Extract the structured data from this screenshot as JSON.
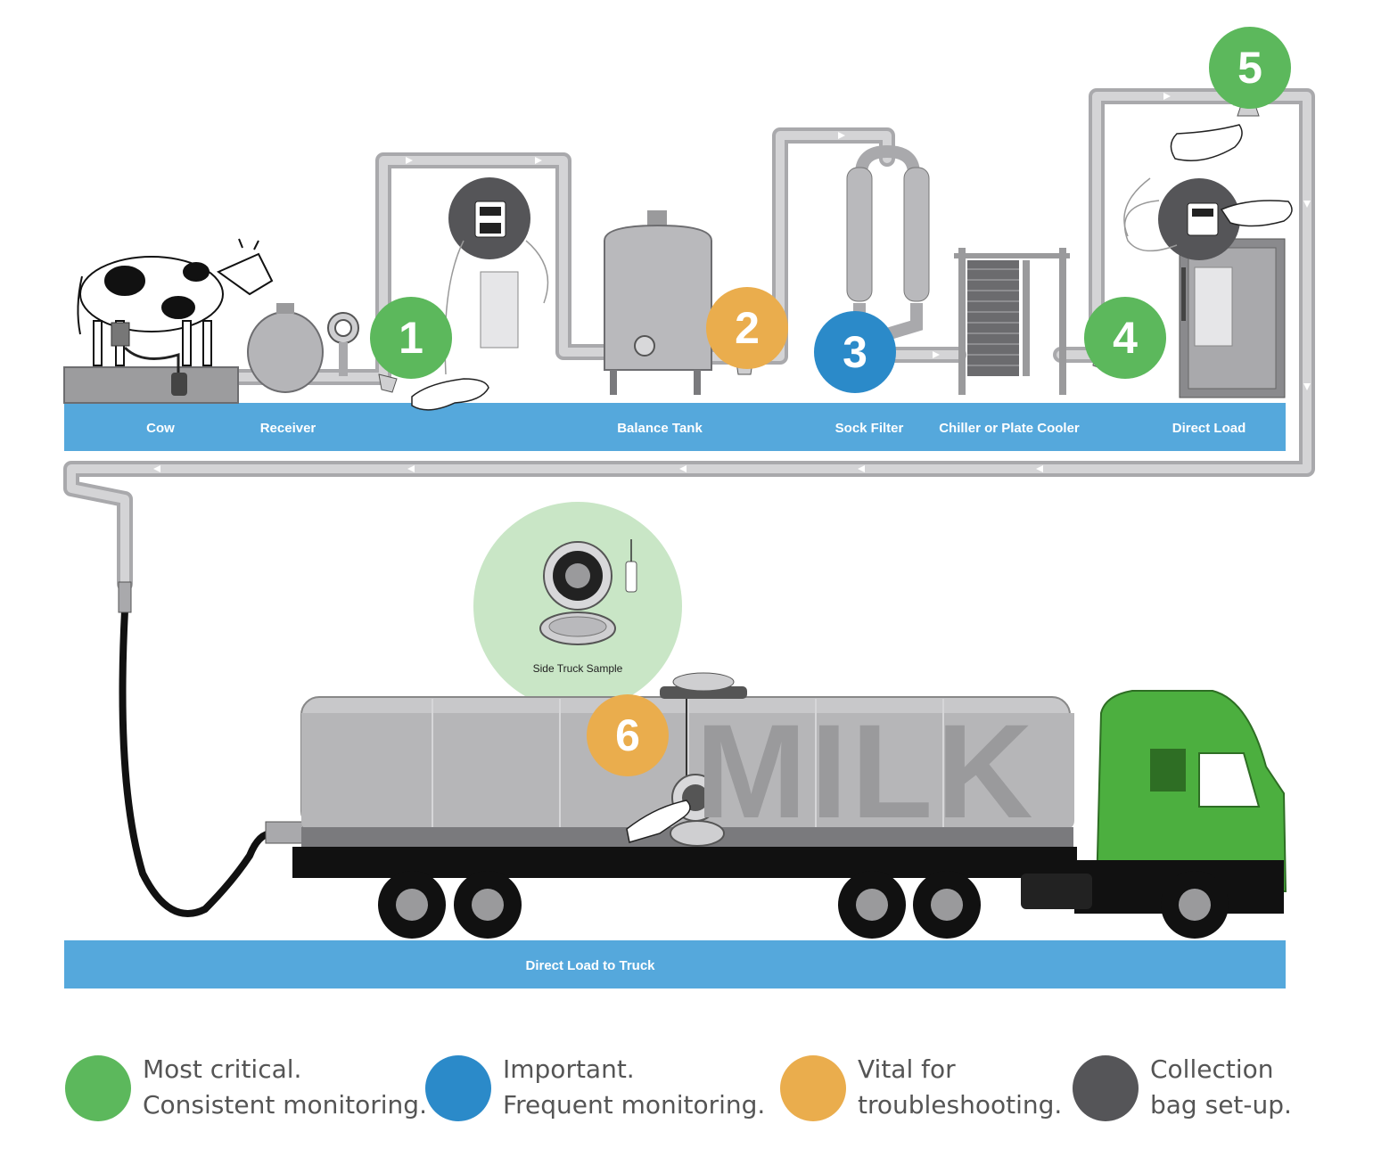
{
  "stations": [
    "Cow",
    "Receiver",
    "Balance Tank",
    "Sock Filter",
    "Chiller or Plate Cooler",
    "Direct Load"
  ],
  "bottom_band": "Direct Load to Truck",
  "side_sample_label": "Side Truck Sample",
  "truck_text": "MILK",
  "markers": [
    "1",
    "2",
    "3",
    "4",
    "5",
    "6"
  ],
  "colors": {
    "band": "#55a8dc",
    "green": "#5cb85c",
    "blue": "#2b8ac9",
    "orange": "#eaad4d",
    "dark": "#555558",
    "light_green": "#c9e6c6",
    "pipe": "#b9b9bc",
    "truck_green": "#4caf3f"
  },
  "legend": [
    {
      "line1": "Most critical.",
      "line2": "Consistent monitoring.",
      "color": "#5cb85c"
    },
    {
      "line1": "Important.",
      "line2": "Frequent monitoring.",
      "color": "#2b8ac9"
    },
    {
      "line1": "Vital for",
      "line2": "troubleshooting.",
      "color": "#eaad4d"
    },
    {
      "line1": "Collection",
      "line2": "bag set-up.",
      "color": "#555558"
    }
  ]
}
